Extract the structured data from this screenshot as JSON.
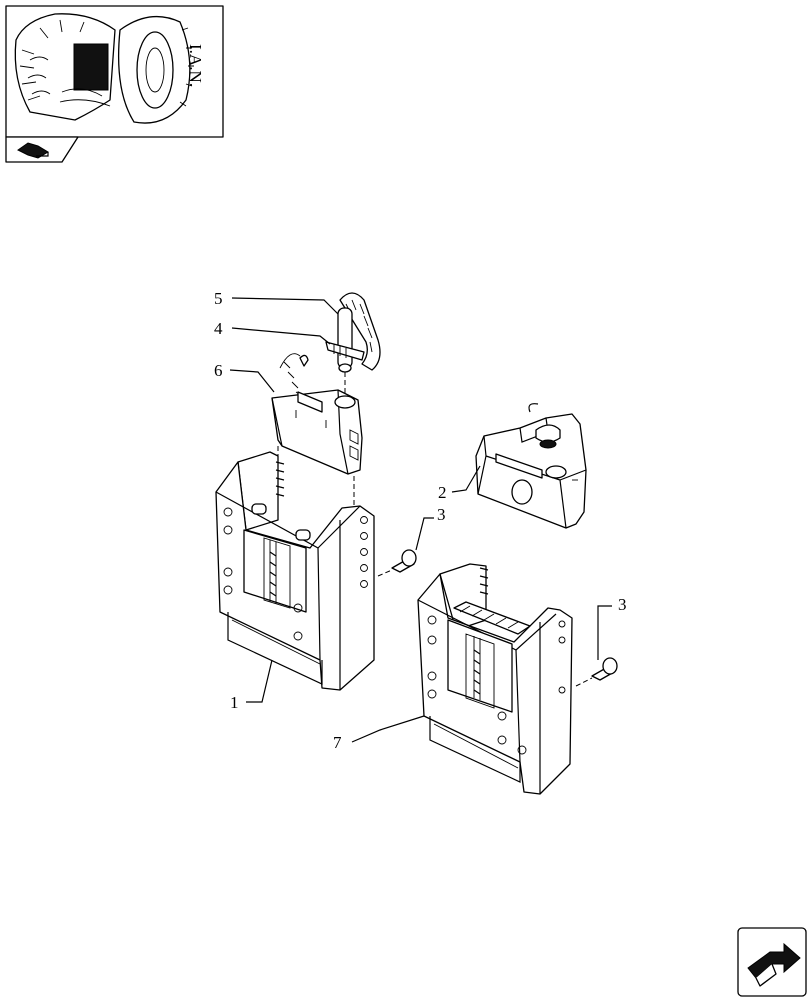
{
  "callouts": [
    {
      "id": "callout-5",
      "text": "5"
    },
    {
      "id": "callout-4",
      "text": "4"
    },
    {
      "id": "callout-6",
      "text": "6"
    },
    {
      "id": "callout-2",
      "text": "2"
    },
    {
      "id": "callout-3a",
      "text": "3"
    },
    {
      "id": "callout-3b",
      "text": "3"
    },
    {
      "id": "callout-1",
      "text": "1"
    },
    {
      "id": "callout-7",
      "text": "7"
    }
  ],
  "thumbnail": {
    "label": "I.A.N."
  },
  "icons": {
    "thumbnail_view": "tractor-rear-view-icon",
    "group_tab": "book-section-icon",
    "next_page": "next-page-arrow-icon"
  }
}
